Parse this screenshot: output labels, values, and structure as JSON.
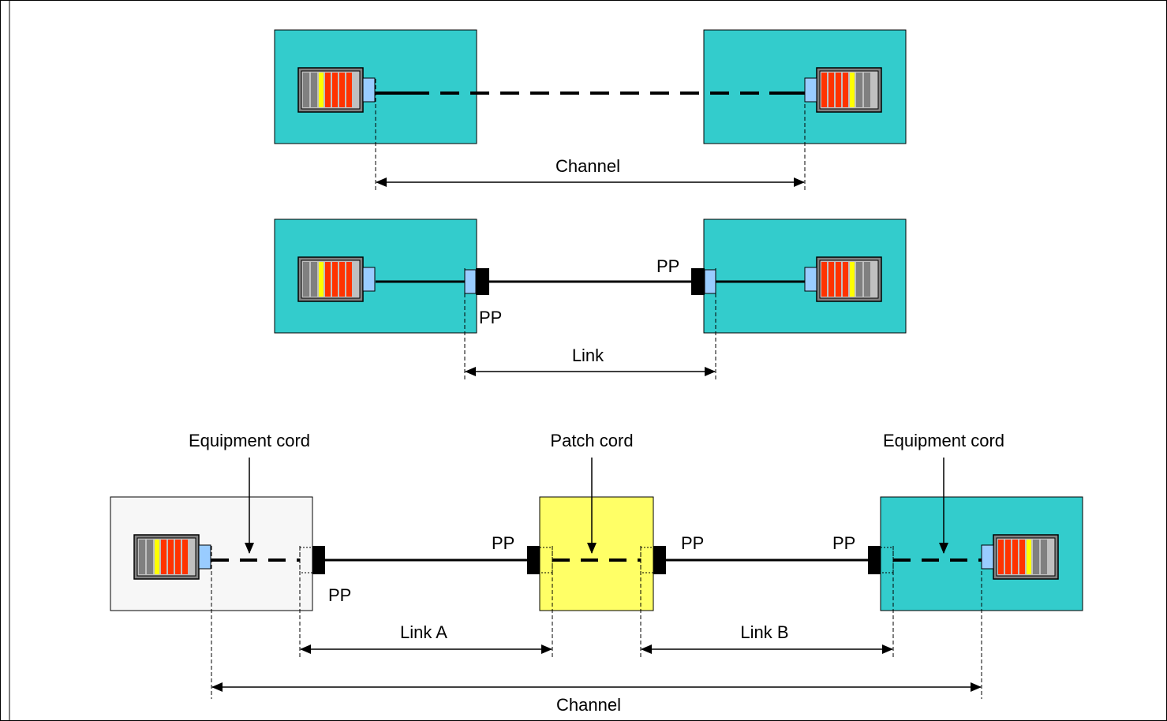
{
  "colors": {
    "teal": "#33cccc",
    "light_gray": "#f7f7f7",
    "yellow": "#ffff66",
    "port_blue": "#99ccff",
    "stripe_red": "#ff3300",
    "stripe_yellow": "#ffff00",
    "stripe_gray": "#808080",
    "connector_bg": "#c0c0c0"
  },
  "icons": {
    "equipment": "rj45-jack-icon",
    "patch_panel": "patch-panel-connector-icon"
  },
  "diagram1": {
    "channel_label": "Channel"
  },
  "diagram2": {
    "pp_left": "PP",
    "pp_right": "PP",
    "link_label": "Link"
  },
  "diagram3": {
    "equipment_cord_left": "Equipment cord",
    "patch_cord": "Patch cord",
    "equipment_cord_right": "Equipment cord",
    "pp1": "PP",
    "pp2": "PP",
    "pp3": "PP",
    "pp4": "PP",
    "link_a": "Link A",
    "link_b": "Link B",
    "channel_label": "Channel"
  }
}
